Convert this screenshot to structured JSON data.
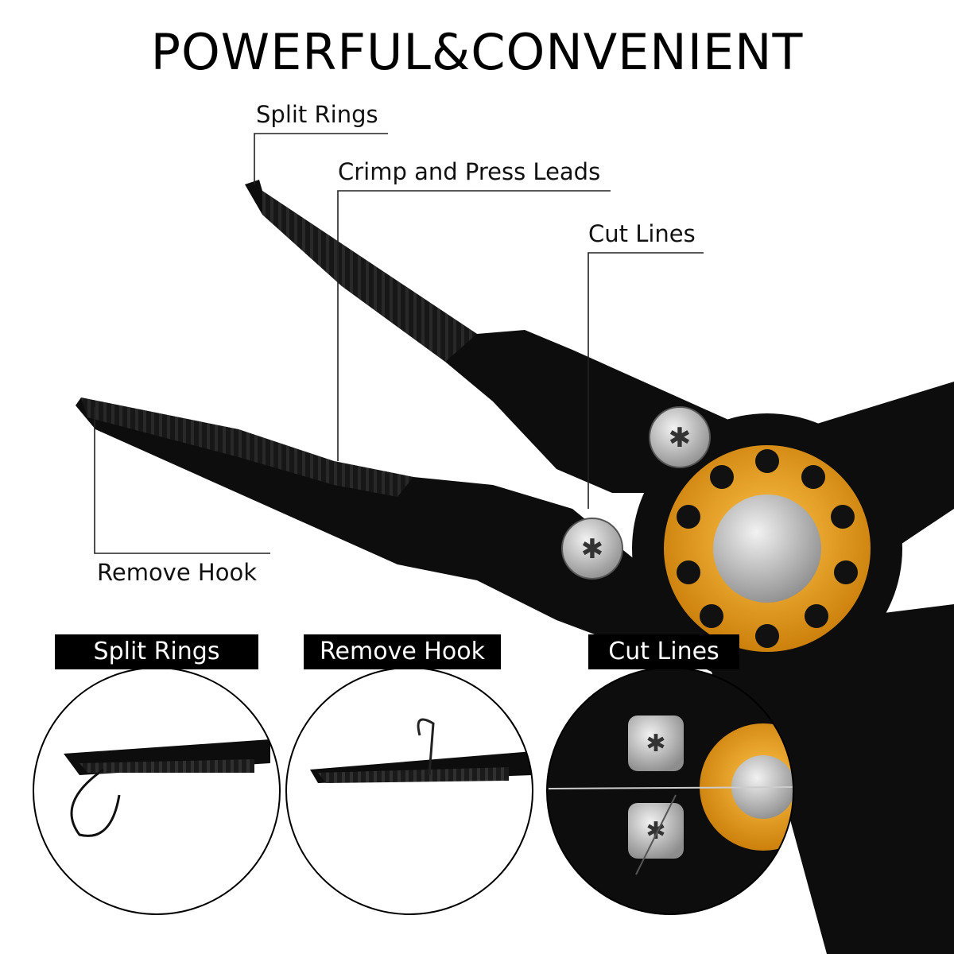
{
  "headline": "POWERFUL&CONVENIENT",
  "callouts": {
    "split_rings": "Split Rings",
    "crimp_press": "Crimp and Press Leads",
    "cut_lines": "Cut Lines",
    "remove_hook": "Remove Hook"
  },
  "captions": [
    "Split Rings",
    "Remove Hook",
    "Cut Lines"
  ],
  "colors": {
    "tool_body": "#0d0d0d",
    "accent_ring": "#e89a12",
    "steel": "#c9c9c9"
  }
}
